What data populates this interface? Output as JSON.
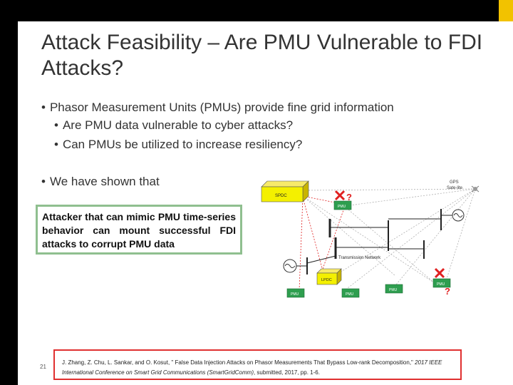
{
  "slide": {
    "title": "Attack Feasibility – Are PMU Vulnerable to FDI Attacks?",
    "bullets": {
      "main": "Phasor Measurement Units (PMUs) provide fine grid information",
      "sub1": "Are PMU data vulnerable to cyber attacks?",
      "sub2": "Can PMUs be utilized to increase resiliency?",
      "shown": "We have shown that"
    },
    "bullet_glyph": "•",
    "callout": "Attacker that can mimic PMU time-series behavior can mount successful FDI attacks to corrupt PMU data",
    "page_number": "21",
    "citation": {
      "part1": "J. Zhang, Z. Chu, L. Sankar, and O. Kosut, \" False Data Injection Attacks on Phasor Measurements That Bypass Low-rank Decomposition,\" ",
      "venue": "2017 IEEE International Conference on Smart Grid Communications (SmartGridComm)",
      "part2": ", submitted, 2017, pp. 1-6."
    }
  },
  "diagram": {
    "spdc": "SPDC",
    "lpdc": "LPDC",
    "pmu": "PMU",
    "transmission_network": "Transmission Network",
    "gps_line1": "GPS",
    "gps_line2": "Sate-lite",
    "question_mark": "?"
  },
  "colors": {
    "accent": "#f2c200",
    "pmu_green": "#2e9e4f",
    "pdc_yellow": "#f4f000",
    "attack_red": "#e02020",
    "callout_border": "#8fbf8f",
    "citation_border": "#e03030"
  }
}
